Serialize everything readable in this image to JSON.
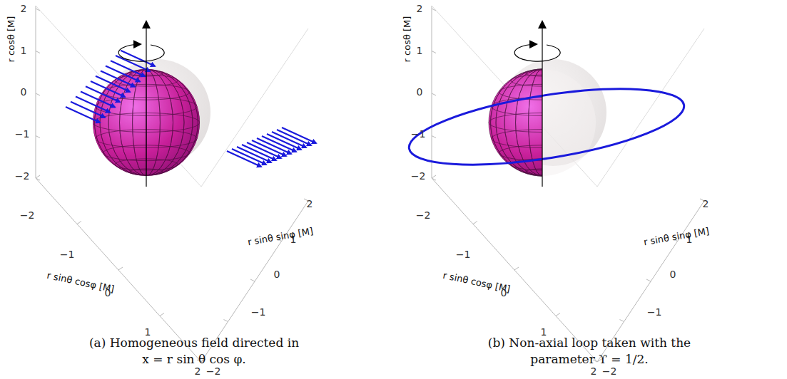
{
  "diagram": {
    "labels": [
      "2",
      "1",
      "0",
      "−1",
      "−2",
      "r cosθ [M]",
      "−2",
      "−1",
      "0",
      "1",
      "2",
      "r sinθ cosφ [M]",
      "−2",
      "−1",
      "0",
      "1",
      "2",
      "r sinθ sinφ [M]",
      "2",
      "1",
      "0",
      "−1",
      "−2",
      "r cosθ [M]",
      "−2",
      "−1",
      "0",
      "1",
      "2",
      "r sinθ cosφ [M]",
      "−2",
      "−1",
      "0",
      "1",
      "2",
      "r sinθ sinφ [M]",
      "(a) Homogeneous field directed in x = r sin θ cos φ.",
      "(b) Non-axial loop taken with the parameter ϒ = 1/2."
    ]
  }
}
